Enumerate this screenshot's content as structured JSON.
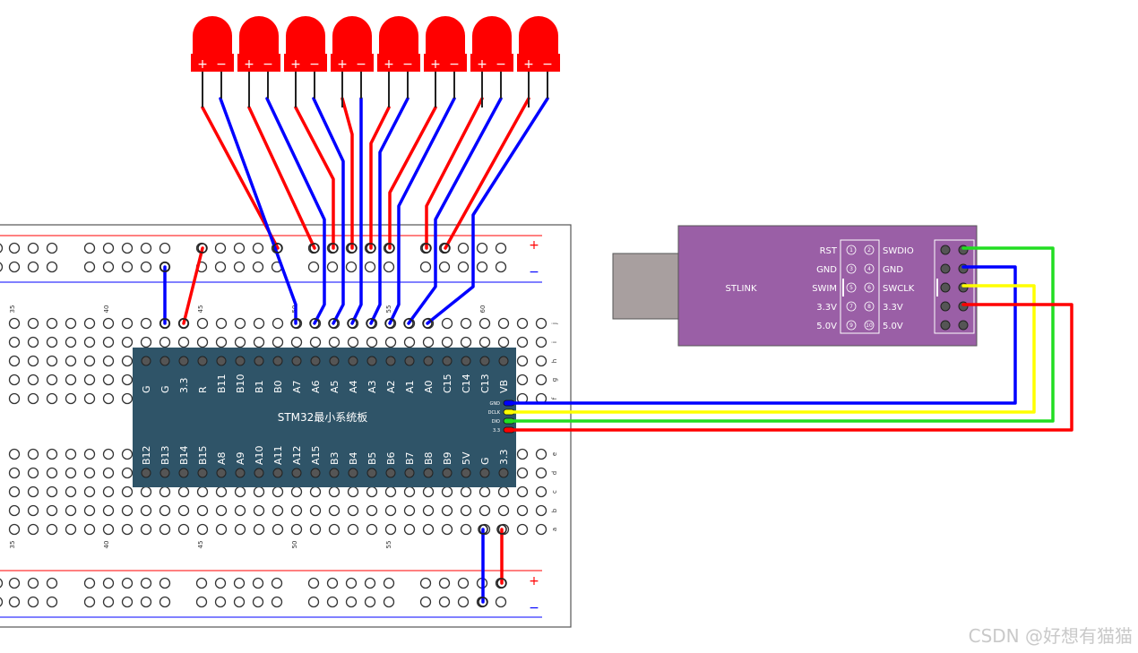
{
  "breadboard": {
    "plus_sign": "+",
    "minus_sign": "−",
    "column_numbers_top": [
      "35",
      "40",
      "45",
      "50",
      "55",
      "60"
    ],
    "column_numbers_bottom": [
      "35",
      "40",
      "45",
      "50",
      "55"
    ],
    "row_letters_top": [
      "j",
      "i",
      "h",
      "g",
      "f"
    ],
    "row_letters_bottom": [
      "e",
      "d",
      "c",
      "b",
      "a"
    ]
  },
  "leds": {
    "count": 8,
    "plus": "+",
    "minus": "−",
    "color": "#ff0000"
  },
  "stm32": {
    "title": "STM32最小系统板",
    "top_pins": [
      "G",
      "G",
      "3.3",
      "R",
      "B11",
      "B10",
      "B1",
      "B0",
      "A7",
      "A6",
      "A5",
      "A4",
      "A3",
      "A2",
      "A1",
      "A0",
      "C15",
      "C14",
      "C13",
      "VB"
    ],
    "bottom_pins": [
      "B12",
      "B13",
      "B14",
      "B15",
      "A8",
      "A9",
      "A10",
      "A11",
      "A12",
      "A15",
      "B3",
      "B4",
      "B5",
      "B6",
      "B7",
      "B8",
      "B9",
      "5V",
      "G",
      "3.3"
    ],
    "side_pins": [
      "GND",
      "DCLK",
      "DIO",
      "3.3"
    ],
    "color": "#2f5468"
  },
  "stlink": {
    "title": "STLINK",
    "left_labels": [
      "RST",
      "GND",
      "SWIM",
      "3.3V",
      "5.0V"
    ],
    "right_labels": [
      "SWDIO",
      "GND",
      "SWCLK",
      "3.3V",
      "5.0V"
    ],
    "pin_numbers_left": [
      "1",
      "3",
      "5",
      "7",
      "9"
    ],
    "pin_numbers_right": [
      "2",
      "4",
      "6",
      "8",
      "10"
    ],
    "color": "#9a5fa6"
  },
  "wires": {
    "red": "#ff0000",
    "blue": "#0000ff",
    "green": "#22dd22",
    "yellow": "#ffff00"
  },
  "watermark": "CSDN @好想有猫猫"
}
